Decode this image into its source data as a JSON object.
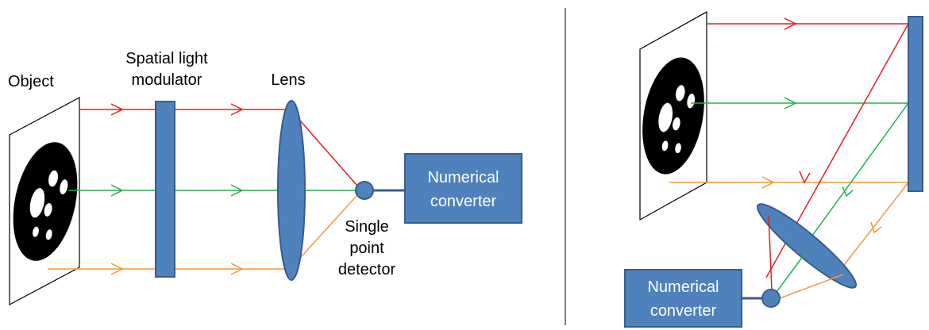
{
  "colors": {
    "component_fill": "#4f81bd",
    "component_stroke": "#385d8a",
    "ray_top": "#e41e1e",
    "ray_middle": "#22b14c",
    "ray_bottom": "#f7963c",
    "object_fill": "#000000",
    "divider": "#000000"
  },
  "left_setup": {
    "object_label": "Object",
    "slm_label_line1": "Spatial light",
    "slm_label_line2": "modulator",
    "lens_label": "Lens",
    "detector_label_line1": "Single",
    "detector_label_line2": "point",
    "detector_label_line3": "detector",
    "converter_line1": "Numerical",
    "converter_line2": "converter"
  },
  "right_setup": {
    "converter_line1": "Numerical",
    "converter_line2": "converter"
  }
}
